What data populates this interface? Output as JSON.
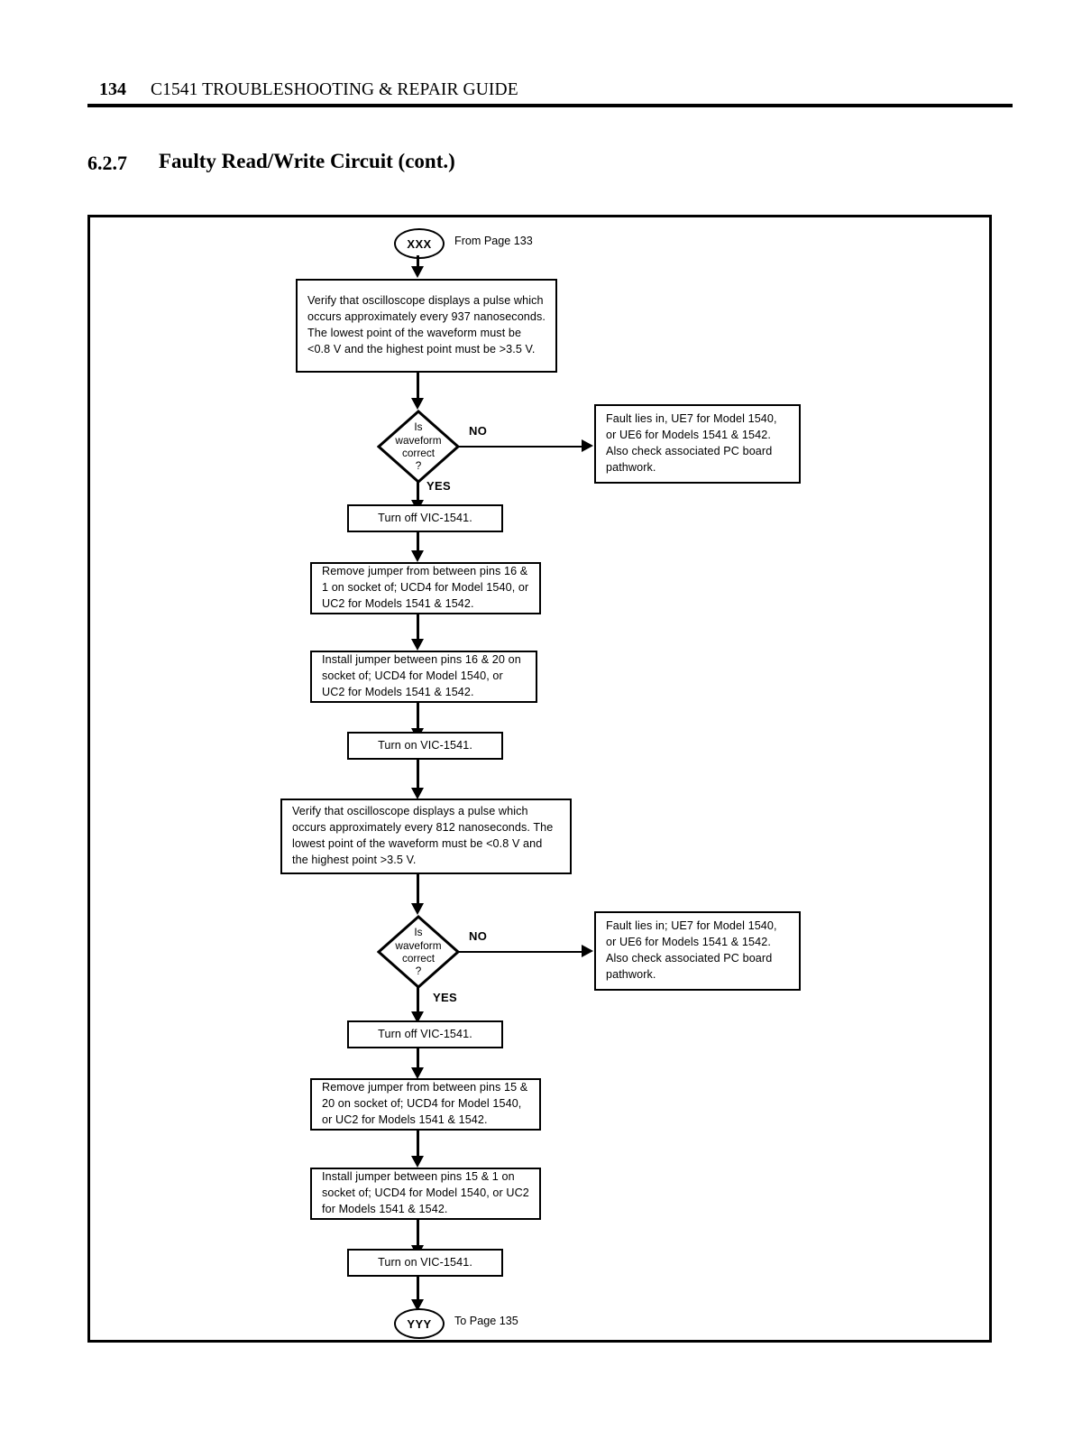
{
  "header": {
    "page_number": "134",
    "title": "C1541 TROUBLESHOOTING & REPAIR GUIDE"
  },
  "section": {
    "number": "6.2.7",
    "title": "Faulty Read/Write Circuit (cont.)"
  },
  "flowchart": {
    "entry_connector": {
      "label": "XXX",
      "caption": "From Page 133"
    },
    "exit_connector": {
      "label": "YYY",
      "caption": "To Page 135"
    },
    "branch_labels": {
      "no": "NO",
      "yes": "YES"
    },
    "nodes": {
      "verify_937": "Verify that oscilloscope displays a pulse which occurs approximately every 937 nanoseconds.  The lowest point of the waveform must be <0.8 V and the highest point must be >3.5 V.",
      "decision_1": {
        "line1": "Is",
        "line2": "waveform",
        "line3": "correct",
        "line4": "?"
      },
      "fault_1": "Fault lies in, UE7 for Model 1540, or UE6 for Models 1541 & 1542. Also check associated PC board pathwork.",
      "turn_off_1": "Turn off VIC-1541.",
      "remove_jumper_1": "Remove jumper from between pins 16 & 1 on socket of; UCD4  for Model 1540, or UC2 for Models 1541 & 1542.",
      "install_jumper_1": "Install jumper between pins 16 & 20 on socket of; UCD4 for  Model 1540, or UC2 for Models  1541 & 1542.",
      "turn_on_1": "Turn on VIC-1541.",
      "verify_812": "Verify that oscilloscope displays a pulse which occurs approximately every 812 nanoseconds. The lowest point of the waveform must be <0.8 V and the highest point >3.5 V.",
      "decision_2": {
        "line1": "Is",
        "line2": "waveform",
        "line3": "correct",
        "line4": "?"
      },
      "fault_2": "Fault lies in; UE7 for Model 1540, or UE6 for Models 1541 &  1542. Also check associated PC board pathwork.",
      "turn_off_2": "Turn off VIC-1541.",
      "remove_jumper_2": "Remove jumper from between pins 15 & 20 on socket of; UCD4  for Model 1540, or UC2 for Models 1541 & 1542.",
      "install_jumper_2": "Install jumper between pins 15 & 1 on socket of; UCD4 for Model 1540, or UC2 for Models 1541 & 1542.",
      "turn_on_2": "Turn on VIC-1541."
    }
  }
}
